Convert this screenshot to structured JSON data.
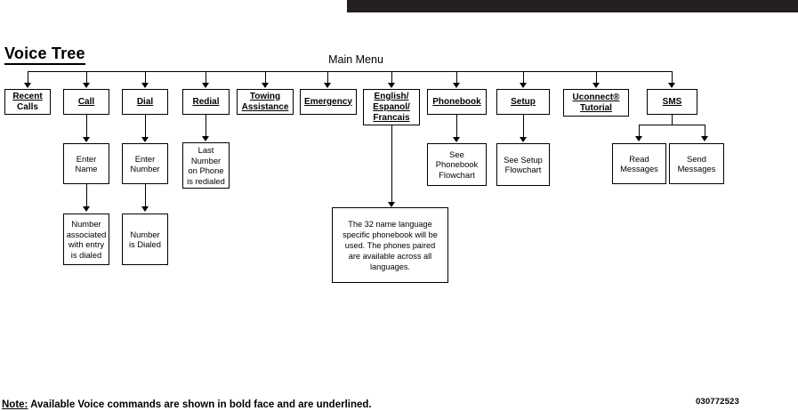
{
  "page": {
    "title": "Voice Tree",
    "main_menu_label": "Main Menu",
    "top_bar_color": "#231f20",
    "footnote_prefix": "Note:",
    "footnote_text": " Available Voice commands are shown in bold face and are underlined.",
    "part_number": "030772523"
  },
  "chart_data": {
    "type": "diagram",
    "title": "Voice Tree",
    "root_label": "Main Menu",
    "level1": [
      {
        "id": "recent-calls",
        "line1": "Recent",
        "line2": "Calls",
        "underline": "partial"
      },
      {
        "id": "call",
        "line1": "Call",
        "underline": "full"
      },
      {
        "id": "dial",
        "line1": "Dial",
        "underline": "full"
      },
      {
        "id": "redial",
        "line1": "Redial",
        "underline": "full"
      },
      {
        "id": "towing-assistance",
        "line1": "Towing",
        "line2": "Assistance",
        "underline": "full"
      },
      {
        "id": "emergency",
        "line1": "Emergency",
        "underline": "full"
      },
      {
        "id": "language",
        "line1": "English/",
        "line2": "Espanol/",
        "line3": "Francais",
        "underline": "full"
      },
      {
        "id": "phonebook",
        "line1": "Phonebook",
        "underline": "full"
      },
      {
        "id": "setup",
        "line1": "Setup",
        "underline": "full"
      },
      {
        "id": "uconnect-tutorial",
        "line1": "Uconnect®",
        "line2": "Tutorial",
        "underline": "full"
      },
      {
        "id": "sms",
        "line1": "SMS",
        "underline": "full"
      }
    ],
    "level2": [
      {
        "id": "enter-name",
        "parent": "call",
        "lines": [
          "Enter",
          "Name"
        ]
      },
      {
        "id": "enter-number",
        "parent": "dial",
        "lines": [
          "Enter",
          "Number"
        ]
      },
      {
        "id": "last-number-redialed",
        "parent": "redial",
        "lines": [
          "Last",
          "Number",
          "on Phone",
          "is redialed"
        ]
      },
      {
        "id": "see-phonebook-flowchart",
        "parent": "phonebook",
        "lines": [
          "See",
          "Phonebook",
          "Flowchart"
        ]
      },
      {
        "id": "see-setup-flowchart",
        "parent": "setup",
        "lines": [
          "See Setup",
          "Flowchart"
        ]
      },
      {
        "id": "read-messages",
        "parent": "sms",
        "lines": [
          "Read",
          "Messages"
        ]
      },
      {
        "id": "send-messages",
        "parent": "sms",
        "lines": [
          "Send",
          "Messages"
        ]
      },
      {
        "id": "language-note",
        "parent": "language",
        "lines": [
          "The 32 name language",
          "specific phonebook will be",
          "used. The phones paired",
          "are available across all",
          "languages."
        ]
      }
    ],
    "level3": [
      {
        "id": "number-associated-dialed",
        "parent": "enter-name",
        "lines": [
          "Number",
          "associated",
          "with entry",
          "is dialed"
        ]
      },
      {
        "id": "number-is-dialed",
        "parent": "enter-number",
        "lines": [
          "Number",
          "is Dialed"
        ]
      }
    ]
  }
}
